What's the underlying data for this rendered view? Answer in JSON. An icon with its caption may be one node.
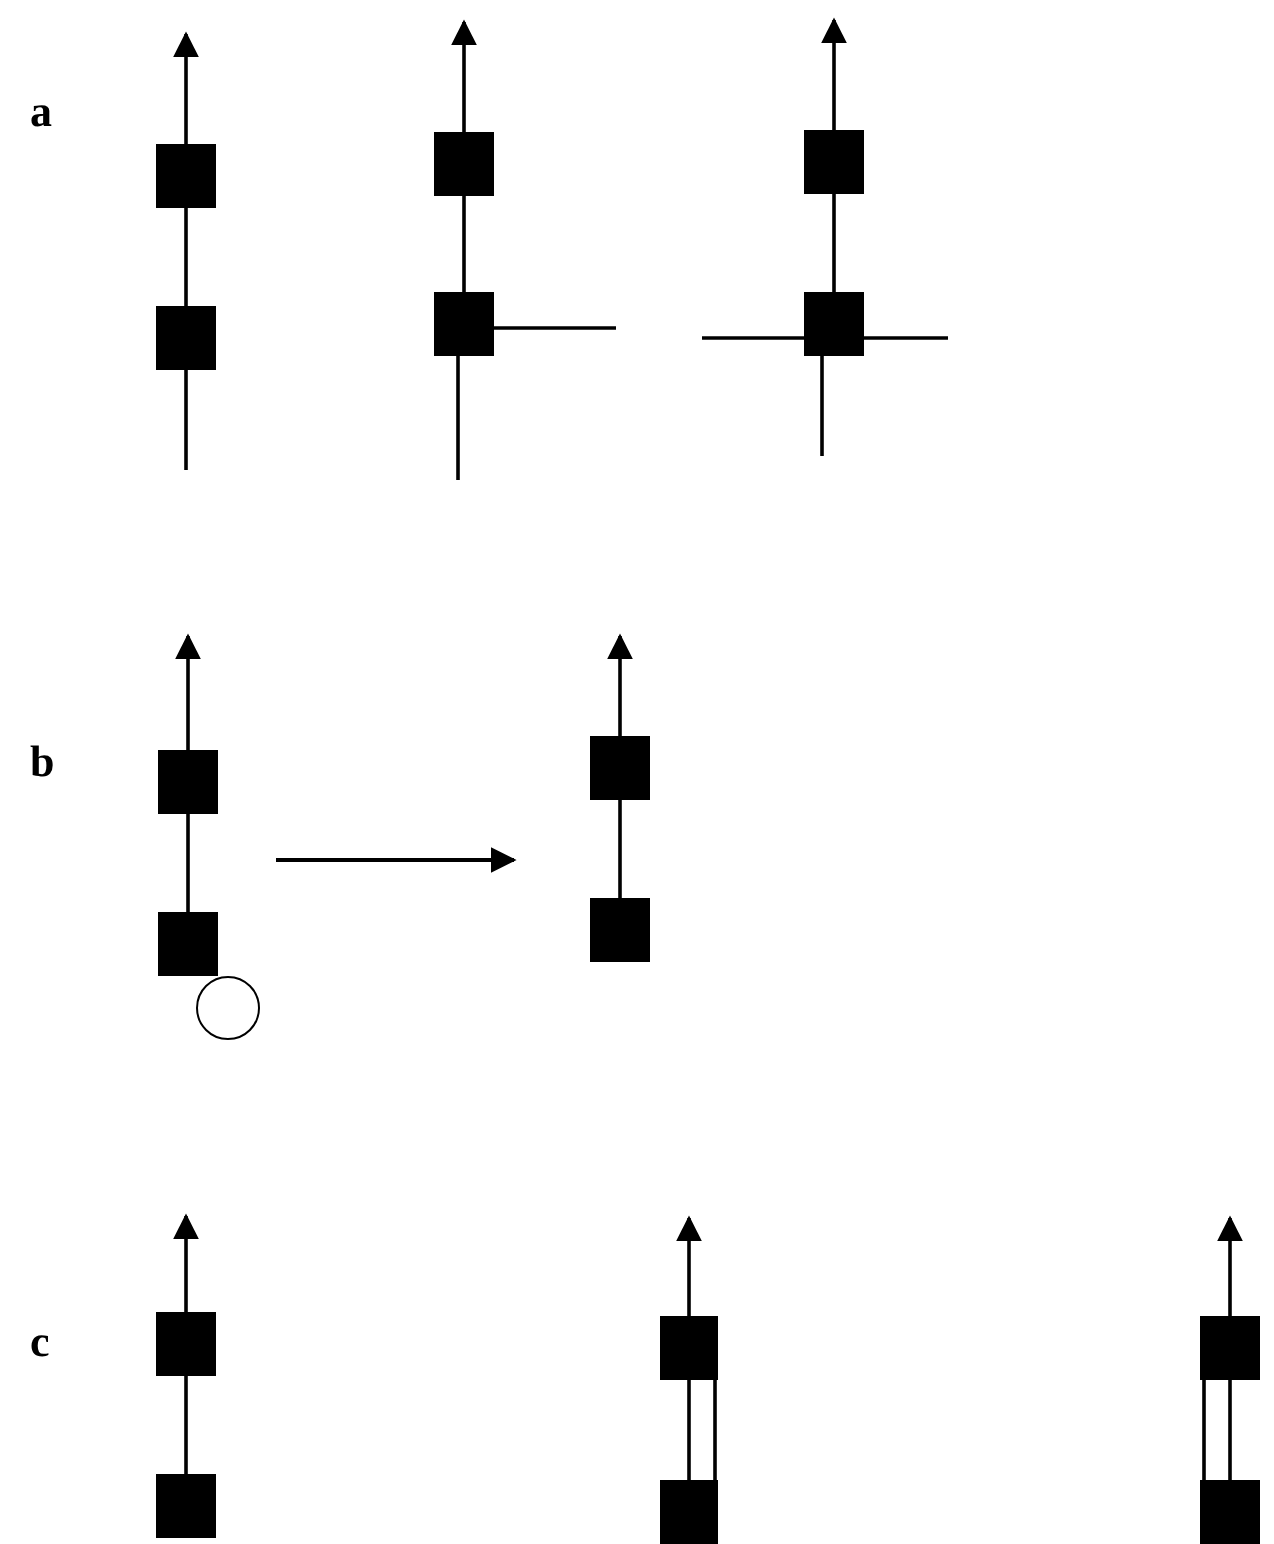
{
  "diagram": {
    "nodes": [
      {
        "text": [],
        "shape": "box"
      },
      {
        "text": [],
        "shape": "box"
      },
      {
        "text": [],
        "shape": "box"
      },
      {
        "text": [],
        "shape": "box"
      },
      {
        "text": [],
        "shape": "box"
      },
      {
        "text": [],
        "shape": "box"
      },
      {
        "text": [],
        "shape": "box"
      },
      {
        "text": [],
        "shape": "box"
      },
      {
        "text": [],
        "shape": "circle"
      },
      {
        "text": [],
        "shape": "box"
      },
      {
        "text": [],
        "shape": "box"
      },
      {
        "text": [],
        "shape": "box"
      },
      {
        "text": [],
        "shape": "box"
      },
      {
        "text": [],
        "shape": "box"
      },
      {
        "text": [],
        "shape": "box"
      },
      {
        "text": [],
        "shape": "box"
      },
      {
        "text": [],
        "shape": "box"
      }
    ],
    "edges": [
      {
        "from": 0,
        "to": null,
        "arrow": "to"
      },
      {
        "from": 1,
        "to": 0,
        "arrow": "none"
      },
      {
        "from": 1,
        "to": null,
        "arrow": "none"
      },
      {
        "from": 2,
        "to": null,
        "arrow": "to"
      },
      {
        "from": 3,
        "to": 2,
        "arrow": "none"
      },
      {
        "from": 3,
        "to": null,
        "arrow": "none"
      },
      {
        "from": 3,
        "to": null,
        "arrow": "none"
      },
      {
        "from": 4,
        "to": null,
        "arrow": "to"
      },
      {
        "from": 5,
        "to": 4,
        "arrow": "none"
      },
      {
        "from": 5,
        "to": null,
        "arrow": "none"
      },
      {
        "from": 5,
        "to": null,
        "arrow": "none"
      },
      {
        "from": 5,
        "to": null,
        "arrow": "none"
      },
      {
        "from": 6,
        "to": null,
        "arrow": "to"
      },
      {
        "from": 7,
        "to": 6,
        "arrow": "none"
      },
      {
        "from": 9,
        "to": null,
        "arrow": "to"
      },
      {
        "from": 10,
        "to": 9,
        "arrow": "none"
      },
      {
        "from": 11,
        "to": null,
        "arrow": "to"
      },
      {
        "from": 12,
        "to": 11,
        "arrow": "none"
      },
      {
        "from": 13,
        "to": null,
        "arrow": "to"
      },
      {
        "from": 14,
        "to": 13,
        "arrow": "none"
      },
      {
        "from": 14,
        "to": 13,
        "arrow": "none"
      },
      {
        "from": 15,
        "to": null,
        "arrow": "to"
      },
      {
        "from": 16,
        "to": 15,
        "arrow": "none"
      },
      {
        "from": 16,
        "to": 15,
        "arrow": "none"
      }
    ],
    "labels": [
      "a",
      "b",
      "c"
    ]
  }
}
